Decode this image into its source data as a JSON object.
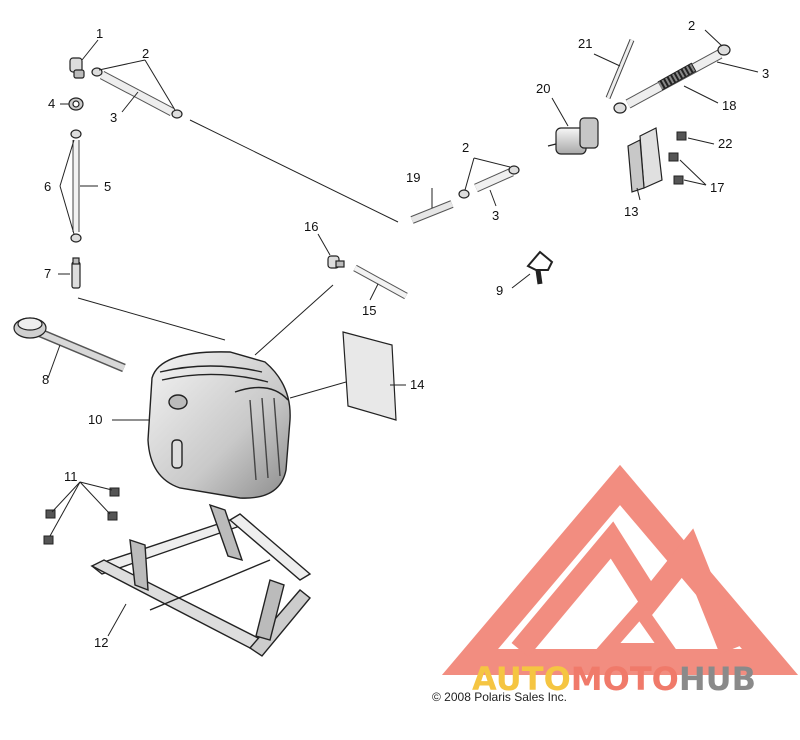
{
  "callouts": [
    {
      "id": "c1",
      "label": "1"
    },
    {
      "id": "c2a",
      "label": "2"
    },
    {
      "id": "c3a",
      "label": "3"
    },
    {
      "id": "c4",
      "label": "4"
    },
    {
      "id": "c5",
      "label": "5"
    },
    {
      "id": "c6",
      "label": "6"
    },
    {
      "id": "c7",
      "label": "7"
    },
    {
      "id": "c8",
      "label": "8"
    },
    {
      "id": "c9",
      "label": "9"
    },
    {
      "id": "c10",
      "label": "10"
    },
    {
      "id": "c11",
      "label": "11"
    },
    {
      "id": "c12",
      "label": "12"
    },
    {
      "id": "c13",
      "label": "13"
    },
    {
      "id": "c14",
      "label": "14"
    },
    {
      "id": "c15",
      "label": "15"
    },
    {
      "id": "c16",
      "label": "16"
    },
    {
      "id": "c17",
      "label": "17"
    },
    {
      "id": "c18",
      "label": "18"
    },
    {
      "id": "c19",
      "label": "19"
    },
    {
      "id": "c20",
      "label": "20"
    },
    {
      "id": "c21",
      "label": "21"
    },
    {
      "id": "c22",
      "label": "22"
    },
    {
      "id": "c2b",
      "label": "2"
    },
    {
      "id": "c3b",
      "label": "3"
    },
    {
      "id": "c2c",
      "label": "2"
    },
    {
      "id": "c3c",
      "label": "3"
    }
  ],
  "copyright": "© 2008 Polaris Sales Inc.",
  "watermark": {
    "part1": "AUTO",
    "part2": "MOTO",
    "part3": "HUB"
  },
  "colors": {
    "line": "#222222",
    "watermark_red": "#f07a6a",
    "watermark_yellow": "#f5c542",
    "watermark_gray": "#8a8a8a"
  }
}
